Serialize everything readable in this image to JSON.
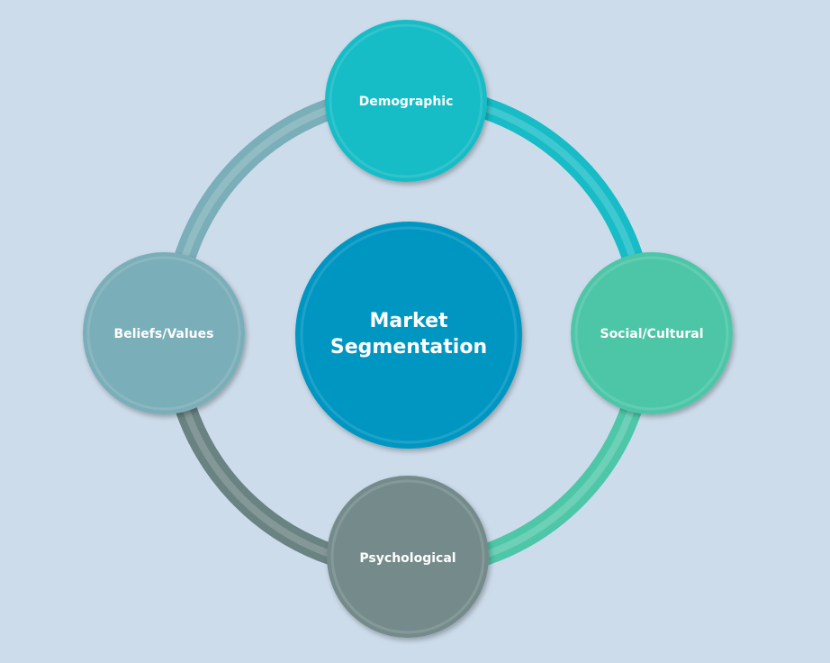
{
  "center": {
    "lines": [
      "Market",
      "Segmentation"
    ],
    "color": "#0396c2"
  },
  "segments": [
    {
      "label": "Demographic",
      "color": "#17bcc6"
    },
    {
      "label": "Social/Cultural",
      "color": "#4ec6a8"
    },
    {
      "label": "Psychological",
      "color": "#748b8b"
    },
    {
      "label": "Beliefs/Values",
      "color": "#7aaeb8"
    }
  ],
  "ring_arcs": [
    {
      "from": "Demographic",
      "to": "Social/Cultural",
      "color": "#17bcc6"
    },
    {
      "from": "Social/Cultural",
      "to": "Psychological",
      "color": "#4ec6a8"
    },
    {
      "from": "Psychological",
      "to": "Beliefs/Values",
      "color": "#6a8282"
    },
    {
      "from": "Beliefs/Values",
      "to": "Demographic",
      "color": "#7aaeb8"
    }
  ],
  "background": "#cddceb"
}
